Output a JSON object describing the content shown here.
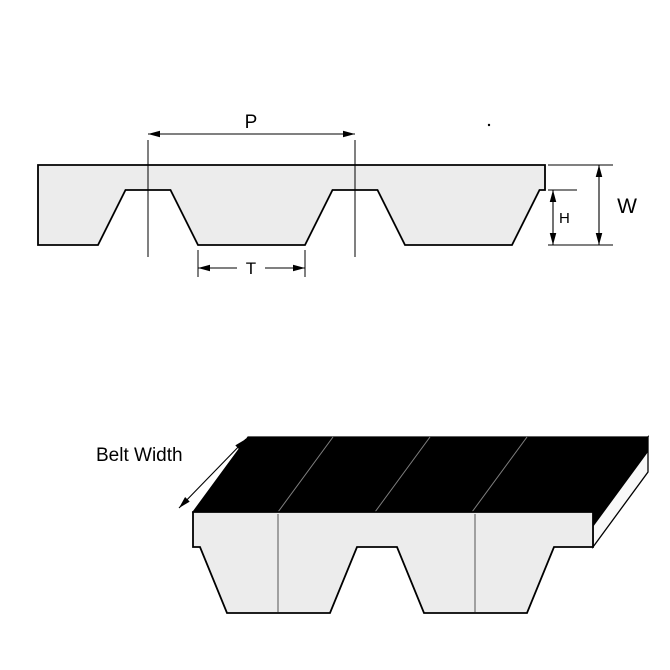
{
  "labels": {
    "pitch": "P",
    "tooth_width": "T",
    "tooth_height": "H",
    "belt_thickness": "W",
    "belt_width": "Belt Width"
  },
  "colors": {
    "background": "#ffffff",
    "belt_fill": "#ececec",
    "belt_top_face": "#000000",
    "end_face_fill": "#f8f8f8",
    "line": "#000000"
  }
}
